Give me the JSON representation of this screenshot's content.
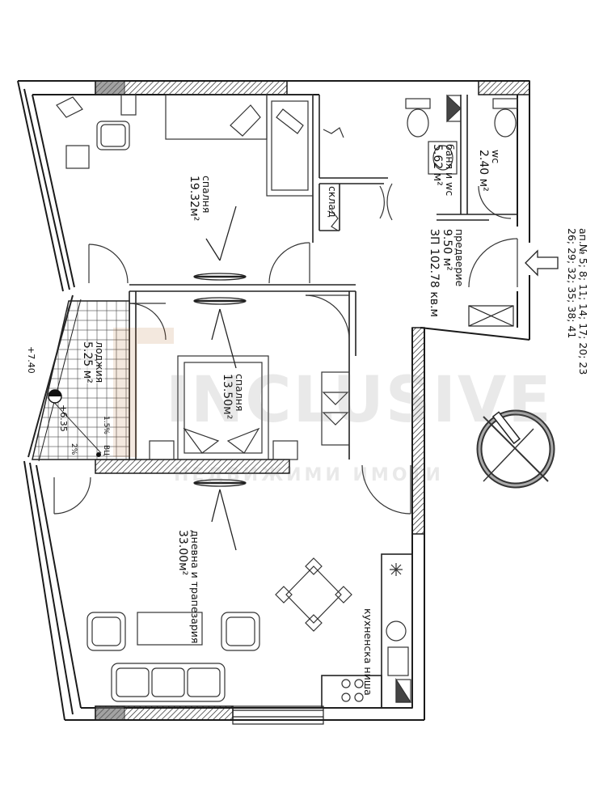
{
  "apartments_info": {
    "line1": "ап.№ 5; 8; 11; 14; 17; 20; 23",
    "line2": "26; 29; 32; 35; 38; 41"
  },
  "total_area": "ЗП 102.78 кв.м",
  "rooms": {
    "bedroom1": {
      "name": "спалня",
      "area": "19.32м²"
    },
    "bedroom2": {
      "name": "спалня",
      "area": "13.50м²"
    },
    "living": {
      "name": "дневна и трапезария",
      "area": "33.00м²"
    },
    "loggia": {
      "name": "лоджия",
      "area": "5.25 м²"
    },
    "bathroom": {
      "name": "баня и wc",
      "area": "5.62 м²"
    },
    "wc": {
      "name": "wc",
      "area": "2.40 м²"
    },
    "hall": {
      "name": "предверие",
      "area": "9.50 м²"
    },
    "storage": {
      "name": "склад"
    },
    "kitchen": {
      "name": "кухненска ниша"
    }
  },
  "levels": {
    "upper": "+7.40",
    "lower": "+6.35"
  },
  "slopes": {
    "a": "1.5%",
    "b": "2%"
  },
  "drain": "ВЦ",
  "watermark": {
    "brand": "INCLUSIVE",
    "tagline": "НЕДВИЖИМИ ИМОТИ"
  },
  "colors": {
    "wall": "#1a1a1a",
    "hatch": "#333333",
    "line": "#222222",
    "background": "#ffffff"
  }
}
